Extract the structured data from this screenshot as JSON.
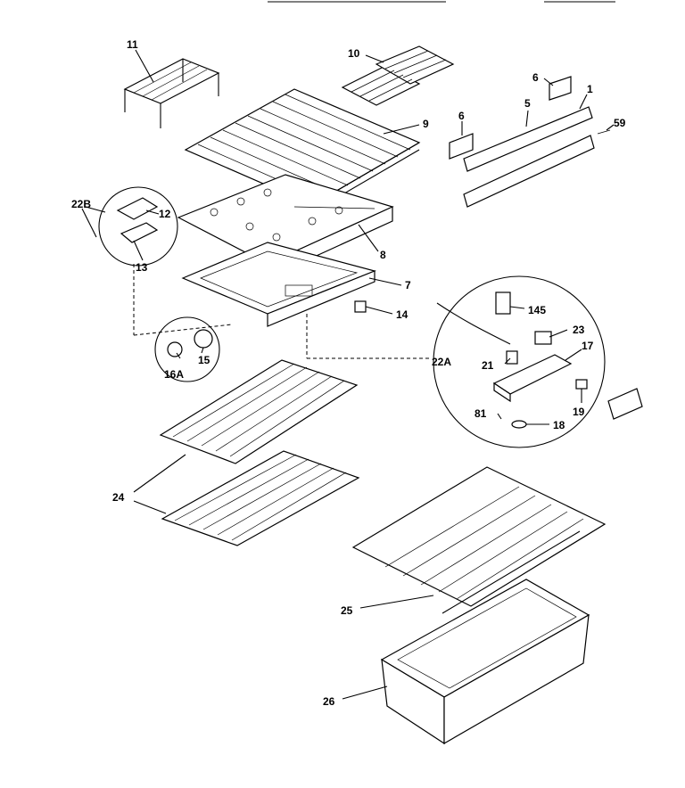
{
  "callouts": {
    "c1": "1",
    "c5": "5",
    "c6a": "6",
    "c6b": "6",
    "c59": "59",
    "c7": "7",
    "c8": "8",
    "c9": "9",
    "c10": "10",
    "c11": "11",
    "c12": "12",
    "c13": "13",
    "c14": "14",
    "c15": "15",
    "c16a": "16A",
    "c17": "17",
    "c18": "18",
    "c19": "19",
    "c21": "21",
    "c22a": "22A",
    "c22b": "22B",
    "c23": "23",
    "c24": "24",
    "c25": "25",
    "c26": "26",
    "c81": "81",
    "c145": "145"
  }
}
